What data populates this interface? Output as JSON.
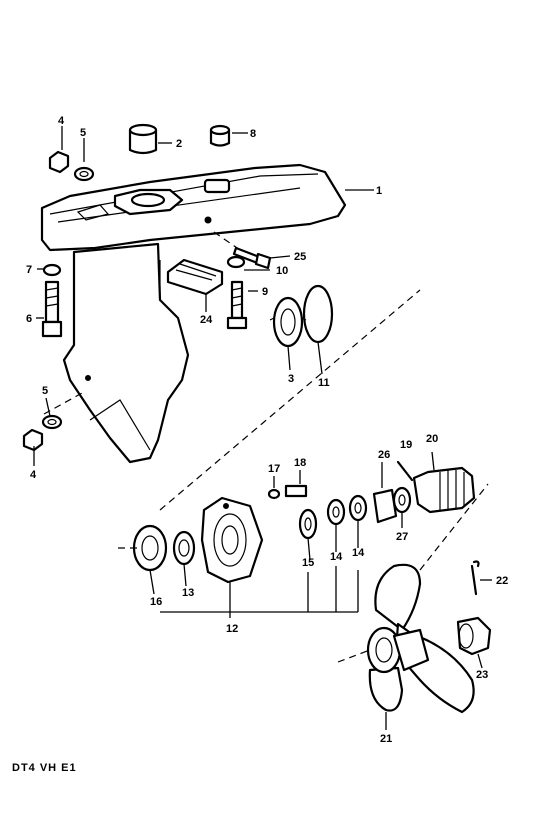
{
  "parts": [
    {
      "id": "part-1",
      "number": "1"
    },
    {
      "id": "part-2",
      "number": "2"
    },
    {
      "id": "part-3",
      "number": "3"
    },
    {
      "id": "part-4-top",
      "number": "4"
    },
    {
      "id": "part-4-bottom",
      "number": "4"
    },
    {
      "id": "part-5-top",
      "number": "5"
    },
    {
      "id": "part-5-bottom",
      "number": "5"
    },
    {
      "id": "part-6",
      "number": "6"
    },
    {
      "id": "part-7",
      "number": "7"
    },
    {
      "id": "part-8",
      "number": "8"
    },
    {
      "id": "part-9",
      "number": "9"
    },
    {
      "id": "part-10",
      "number": "10"
    },
    {
      "id": "part-11",
      "number": "11"
    },
    {
      "id": "part-12",
      "number": "12"
    },
    {
      "id": "part-13",
      "number": "13"
    },
    {
      "id": "part-14-a",
      "number": "14"
    },
    {
      "id": "part-14-b",
      "number": "14"
    },
    {
      "id": "part-15",
      "number": "15"
    },
    {
      "id": "part-16",
      "number": "16"
    },
    {
      "id": "part-17",
      "number": "17"
    },
    {
      "id": "part-18",
      "number": "18"
    },
    {
      "id": "part-19",
      "number": "19"
    },
    {
      "id": "part-20",
      "number": "20"
    },
    {
      "id": "part-21",
      "number": "21"
    },
    {
      "id": "part-22",
      "number": "22"
    },
    {
      "id": "part-23",
      "number": "23"
    },
    {
      "id": "part-24",
      "number": "24"
    },
    {
      "id": "part-25",
      "number": "25"
    },
    {
      "id": "part-26",
      "number": "26"
    },
    {
      "id": "part-27",
      "number": "27"
    }
  ],
  "footer": {
    "code": "DT4 VH E1"
  }
}
